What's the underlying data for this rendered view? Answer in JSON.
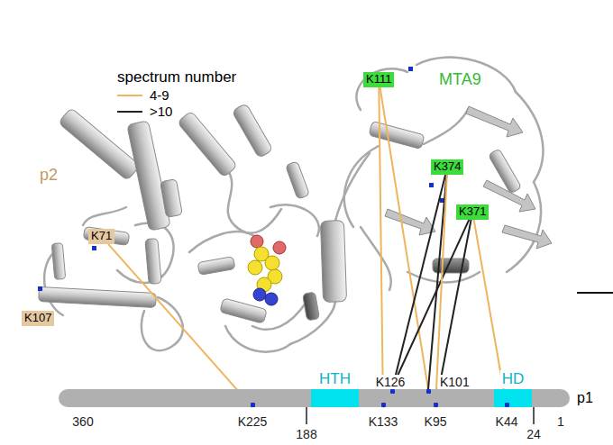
{
  "diagram": {
    "nodes": [
      {
        "text": [
          "K111"
        ]
      },
      {
        "text": [
          "K374"
        ]
      },
      {
        "text": [
          "K371"
        ]
      },
      {
        "text": [
          "K71"
        ]
      },
      {
        "text": [
          "K107"
        ]
      },
      {
        "text": [
          "p1"
        ]
      },
      {
        "text": [
          "HTH"
        ],
        "in": 5
      },
      {
        "text": [
          "HD"
        ],
        "in": 5
      }
    ],
    "edges": [
      {
        "from": 5,
        "to": 3,
        "arrow": "none"
      },
      {
        "from": 5,
        "to": 0,
        "arrow": "none"
      },
      {
        "from": 5,
        "to": 0,
        "arrow": "none"
      },
      {
        "from": 5,
        "to": 1,
        "arrow": "none"
      },
      {
        "from": 5,
        "to": 2,
        "arrow": "none"
      },
      {
        "from": 5,
        "to": 2,
        "arrow": "none"
      },
      {
        "from": 5,
        "to": 1,
        "arrow": "none"
      },
      {
        "from": 5,
        "to": 1,
        "arrow": "none"
      },
      {
        "from": 5,
        "to": 2,
        "arrow": "none"
      }
    ],
    "labels": [
      "spectrum number",
      "MTA9",
      "p2",
      "K126",
      "K101",
      "360",
      "K225",
      "188",
      "K133",
      "K95",
      "K44",
      "24",
      "1"
    ],
    "legend": [
      {
        "text": "4-9"
      },
      {
        "text": ">10"
      }
    ]
  }
}
